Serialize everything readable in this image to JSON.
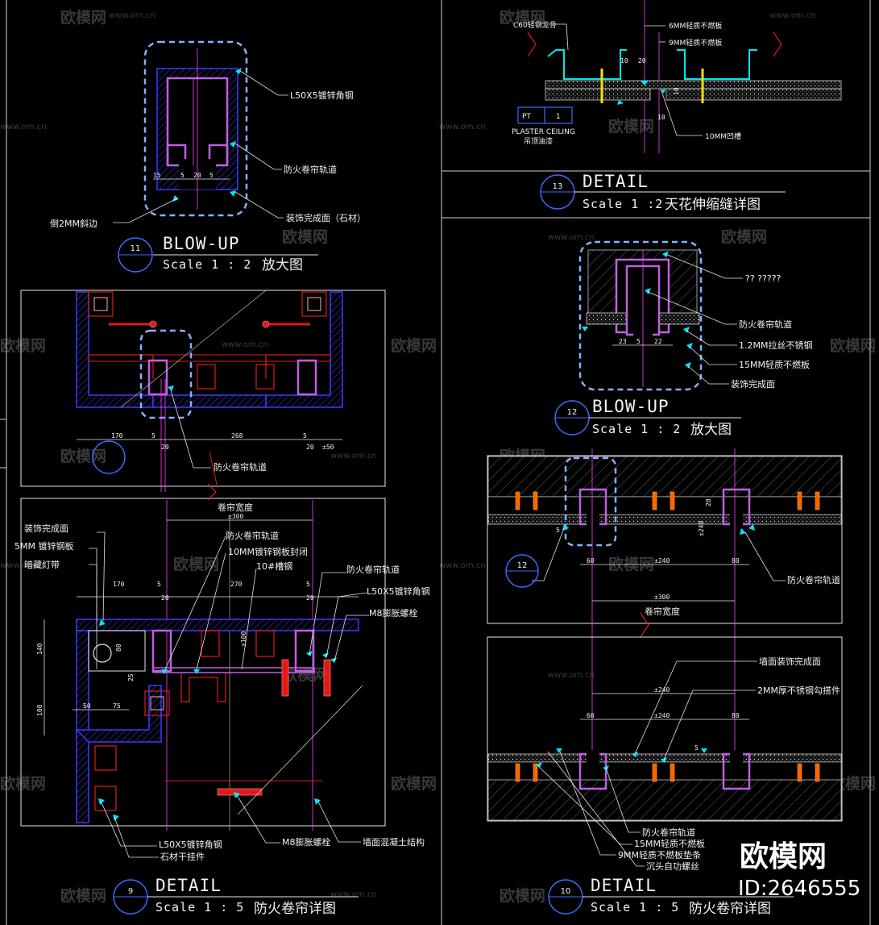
{
  "watermark": {
    "brand": "欧模网",
    "url": "www.om.cn"
  },
  "corner_brand": {
    "name": "欧模网",
    "id": "ID:2646555"
  },
  "details": {
    "d11": {
      "tag": "11",
      "title": "BLOW-UP",
      "scale": "Scale 1 : 2",
      "name": "放大图",
      "labels": {
        "angle_steel": "L50X5镀锌角钢",
        "rail": "防火卷帘轨道",
        "finish": "装饰完成面（石材）",
        "chamfer": "倒2MM斜边"
      },
      "dims": [
        "15",
        "5",
        "20",
        "5"
      ]
    },
    "d13": {
      "tag": "13",
      "title": "DETAIL",
      "scale": "Scale 1 :2",
      "name": "天花伸缩缝详图",
      "labels": {
        "keel": "C60轻钢龙骨",
        "board6": "6MM轻质不燃板",
        "board9": "9MM轻质不燃板",
        "groove": "10MM凹槽",
        "pt_code": "PT",
        "pt_num": "1",
        "plaster": "PLASTER CEILING",
        "paint": "吊顶油漆"
      },
      "dims": [
        "10",
        "20",
        "10",
        "10"
      ]
    },
    "d12": {
      "tag": "12",
      "title": "BLOW-UP",
      "scale": "Scale 1 : 2",
      "name": "放大图",
      "labels": {
        "unknown": "?? ?????",
        "rail": "防火卷帘轨道",
        "steel_wire": "1.2MM拉丝不锈钢",
        "board15": "15MM轻质不燃板",
        "finish": "装饰完成面"
      },
      "dims": [
        "23",
        "5",
        "22"
      ]
    },
    "d9": {
      "tag": "9",
      "title": "DETAIL",
      "scale": "Scale 1 : 5",
      "name": "防火卷帘详图",
      "plan_labels": {
        "rail": "防火卷帘轨道",
        "dims": [
          "170",
          "5",
          "20",
          "268",
          "5",
          "20",
          "±50"
        ]
      },
      "labels": {
        "width": "卷帘宽度",
        "finish": "装饰完成面",
        "plate5": "5MM 镀锌钢板",
        "light": "暗藏灯带",
        "rail1": "防火卷帘轨道",
        "seal10": "10MM镀锌钢板封闭",
        "channel": "10#槽钢",
        "rail2": "防火卷帘轨道",
        "angle": "L50X5镀锌角钢",
        "bolt1": "M8膨胀螺栓",
        "angle2": "L50X5镀锌角钢",
        "hanger": "石材干挂件",
        "bolt2": "M8膨胀螺栓",
        "concrete": "墙面混凝土结构"
      },
      "dims": [
        "±300",
        "170",
        "5",
        "20",
        "270",
        "5",
        "20",
        "140",
        "80",
        "25",
        "100",
        "50",
        "75",
        "±100"
      ]
    },
    "d10": {
      "tag": "10",
      "title": "DETAIL",
      "scale": "Scale 1 : 5",
      "name": "防火卷帘详图",
      "labels": {
        "rail_top": "防火卷帘轨道",
        "width": "卷帘宽度",
        "finish": "墙面装饰完成面",
        "hook": "2MM厚不锈钢勾搭件",
        "rail": "防火卷帘轨道",
        "board15": "15MM轻质不燃板",
        "board9": "9MM轻质不燃板垫条",
        "screw": "沉头自功螺丝",
        "callout": "12"
      },
      "dims": [
        "60",
        "±240",
        "80",
        "±300",
        "20",
        "5",
        "±240",
        "60",
        "±240",
        "80",
        "5"
      ]
    }
  }
}
